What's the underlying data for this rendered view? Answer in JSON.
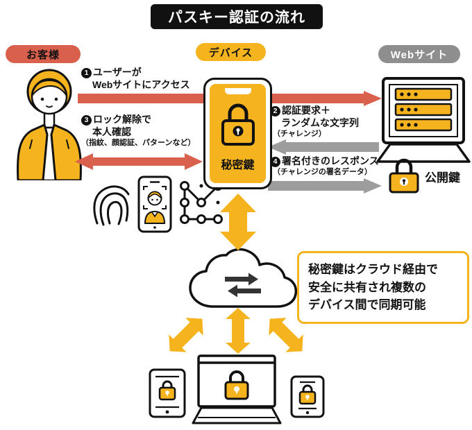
{
  "title": "パスキー認証の流れ",
  "badges": {
    "customer": "お客様",
    "device": "デバイス",
    "website": "Webサイト"
  },
  "keys": {
    "private": "秘密鍵",
    "public": "公開鍵"
  },
  "steps": [
    {
      "num": "1",
      "lines": [
        "ユーザーが",
        "Webサイトにアクセス"
      ]
    },
    {
      "num": "2",
      "lines": [
        "認証要求＋",
        "ランダムな文字列",
        "（チャレンジ）"
      ]
    },
    {
      "num": "3",
      "lines": [
        "ロック解除で",
        "本人確認",
        "（指紋、顔認証、パターンなど）"
      ]
    },
    {
      "num": "4",
      "lines": [
        "署名付きのレスポンス",
        "（チャレンジの署名データ）"
      ]
    }
  ],
  "note": {
    "lines": [
      "秘密鍵はクラウド経由で",
      "安全に共有され複数の",
      "デバイス間で同期可能"
    ]
  },
  "icons": {
    "biometrics": [
      "fingerprint-icon",
      "face-recognition-icon",
      "pattern-lock-icon"
    ],
    "cloud": "cloud-sync-icon",
    "lock": "lock-icon"
  },
  "colors": {
    "yellow": "#F5B31E",
    "red": "#D9604C",
    "gray_arrow": "#9D9D9D",
    "gray_badge": "#8E8E8E",
    "black": "#111111"
  }
}
